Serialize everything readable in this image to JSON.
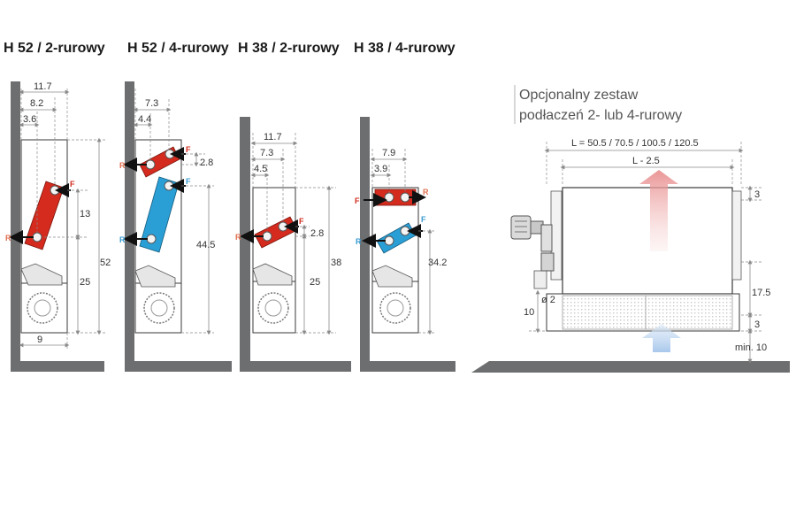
{
  "headings": [
    "H 52 / 2-rurowy",
    "H 52 / 4-rurowy",
    "H 38 / 2-rurowy",
    "H 38 /  4-rurowy"
  ],
  "optional_set": {
    "line1": "Opcjonalny zestaw",
    "line2": "podłaczeń 2- lub 4-rurowy"
  },
  "labels": {
    "flow": "F",
    "return": "R"
  },
  "units": {
    "h52_2": {
      "top_width": "11.7",
      "inner": "8.2",
      "pipe": "3.6",
      "upper": "13",
      "lower": "25",
      "total": "52",
      "bottom": "9"
    },
    "h52_4": {
      "inner": "7.3",
      "pipe": "4.4",
      "offset": "2.8",
      "total": "44.5"
    },
    "h38_2": {
      "top_width": "11.7",
      "inner": "7.3",
      "pipe": "4.5",
      "offset": "2.8",
      "lower": "25",
      "total": "38"
    },
    "h38_4": {
      "inner": "7.9",
      "pipe": "3.9",
      "total": "34.2"
    }
  },
  "side_view": {
    "length": "L = 50.5 / 70.5 / 100.5 / 120.5",
    "inner_length": "L - 2.5",
    "top_gap": "3",
    "height": "17.5",
    "mid_gap": "3",
    "diameter": "ø 2",
    "left_height": "10",
    "min_floor": "min. 10"
  },
  "colors": {
    "hot_pipe": "#d42b1e",
    "cold_pipe": "#2a9fd6",
    "wall": "#6d6e70",
    "outline": "#3a3a3a",
    "dim_line": "#8a8a8a",
    "flow_label": "#d22b1e",
    "return_label_hot": "#e07050",
    "return_label_cold": "#3a9bd0"
  }
}
